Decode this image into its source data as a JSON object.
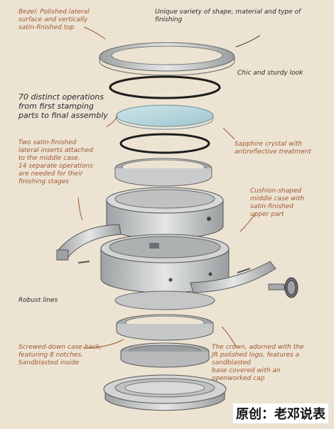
{
  "notes": {
    "bezel": "Bezel: Polished lateral\nsurface and vertically\nsatin-finished top",
    "unique": "Unique variety of shape, material and type of\nfinishing",
    "chic": "Chic and sturdy look",
    "operations": "70 distinct operations\nfrom first stamping\nparts to final assembly",
    "sapphire": "Sapphire crystal with\nantireflective treatment",
    "inserts": "Two satin-finished\nlateral inserts attached\nto the middle case.\n14 separate operations\nare needed for their\nfinishing stages",
    "cushion": "Cushion-shaped\nmiddle case with\nsatin-finished\nupper part",
    "robust": "Robust lines",
    "caseback": "Screwed-down case-back,\nfeaturing 8 notches.\nSandblasted inside",
    "crown": "The crown, adorned with the\nJR polished logo, features a\nsandblasted\nbase covered with an\nopenworked cap"
  },
  "watermark": "原创：老邓说表",
  "colors": {
    "background": "#ece3d3",
    "annotation": "#a0582e",
    "metal": "#c9cbcc",
    "metal_dark": "#8d9092",
    "crystal": "#b7d6dd"
  }
}
